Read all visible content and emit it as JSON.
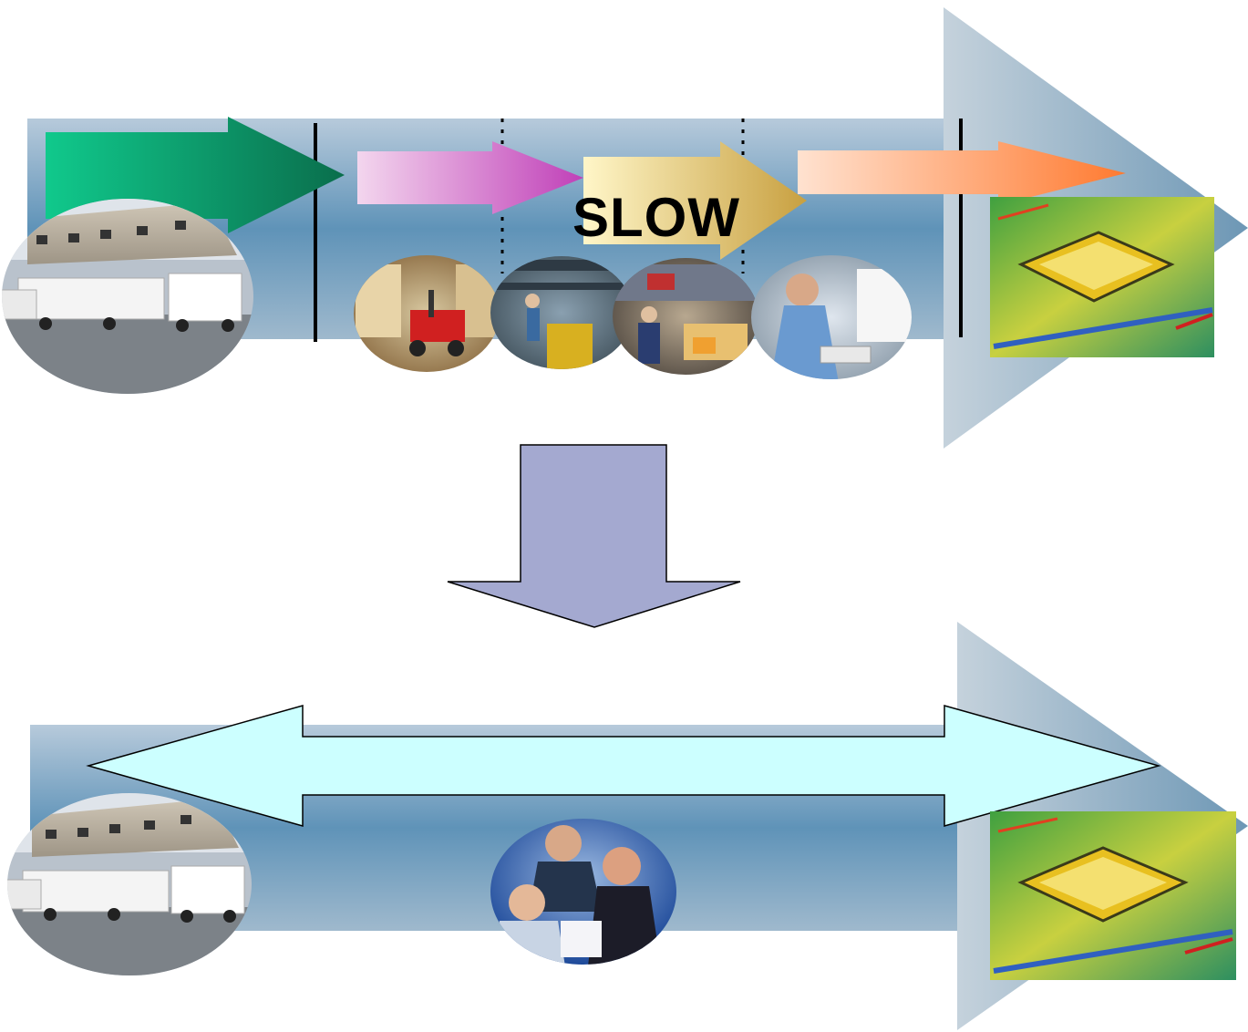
{
  "slide": {
    "slow_label": "SLOW"
  },
  "colors": {
    "band": "#6f9cbc",
    "band_light": "#a8c2d6",
    "big_arrow_head": "#9db4c6",
    "down_arrow": "#a4a9d0",
    "double_arrow": "#ccffff",
    "green_arrow": "#16a870",
    "pink_arrow": "#d67fd0",
    "gold_arrow": "#d9c070",
    "orange_arrow": "#ffa070",
    "divider": "#000000"
  },
  "illustrations": {
    "top_row": [
      "warehouse-trucks-photo",
      "forklift-photo",
      "warehouse-worker-photo",
      "loading-dock-photo",
      "businessman-phone-photo",
      "circuit-chip-photo"
    ],
    "bottom_row": [
      "warehouse-trucks-photo",
      "business-team-photo",
      "circuit-chip-photo"
    ]
  }
}
